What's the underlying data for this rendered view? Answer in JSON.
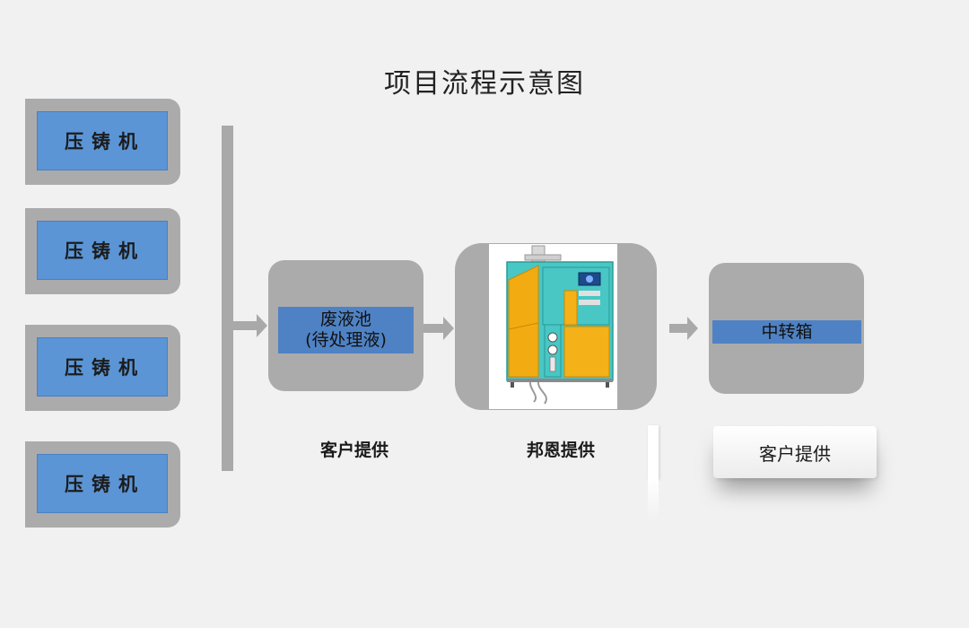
{
  "title": "项目流程示意图",
  "machines": [
    {
      "label": "压铸机"
    },
    {
      "label": "压铸机"
    },
    {
      "label": "压铸机"
    },
    {
      "label": "压铸机"
    }
  ],
  "waste_pool": {
    "line1": "废液池",
    "line2": "(待处理液)"
  },
  "transfer_box": {
    "label": "中转箱"
  },
  "captions": {
    "customer_1": "客户提供",
    "bangen": "邦恩提供",
    "customer_2": "客户提供"
  },
  "colors": {
    "background": "#f1f1f1",
    "box_gray": "#ababab",
    "blue_label": "#5b95d6",
    "node_label_blue": "#4f82c4",
    "equipment_cyan": "#48c7c4",
    "equipment_yellow": "#f5b118"
  }
}
